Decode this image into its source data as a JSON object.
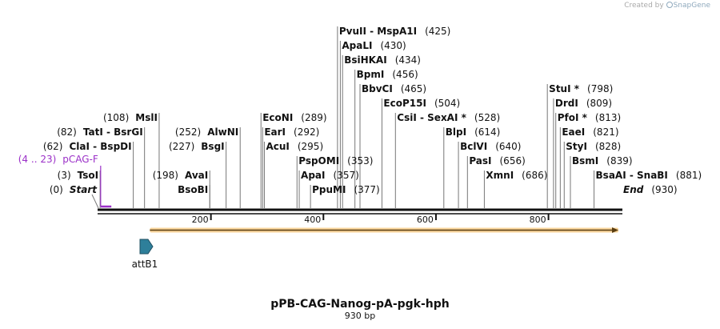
{
  "credit": {
    "prefix": "Created by",
    "brand": "SnapGene"
  },
  "map": {
    "title": "pPB-CAG-Nanog-pA-pgk-hph",
    "length_label": "930 bp",
    "total_bp": 930,
    "ticks": [
      {
        "pos": 200,
        "label": "200"
      },
      {
        "pos": 400,
        "label": "400"
      },
      {
        "pos": 600,
        "label": "600"
      },
      {
        "pos": 800,
        "label": "800"
      }
    ],
    "sites": [
      {
        "name": "Start",
        "pos": 0,
        "pos_label": "(0)",
        "style": "italic",
        "side": "left",
        "row": 0
      },
      {
        "name": "TsoI",
        "pos": 3,
        "pos_label": "(3)",
        "side": "left",
        "row": 1
      },
      {
        "name": "ClaI - BspDI",
        "pos": 62,
        "pos_label": "(62)",
        "side": "left",
        "row": 3
      },
      {
        "name": "TatI - BsrGI",
        "pos": 82,
        "pos_label": "(82)",
        "side": "left",
        "row": 4
      },
      {
        "name": "MslI",
        "pos": 108,
        "pos_label": "(108)",
        "side": "left",
        "row": 5
      },
      {
        "name": "BsoBI",
        "pos": 198,
        "pos_label": "",
        "side": "left",
        "row": 0
      },
      {
        "name": "AvaI",
        "pos": 198,
        "pos_label": "(198)",
        "side": "left",
        "row": 1
      },
      {
        "name": "BsgI",
        "pos": 227,
        "pos_label": "(227)",
        "side": "left",
        "row": 3
      },
      {
        "name": "AlwNI",
        "pos": 252,
        "pos_label": "(252)",
        "side": "left",
        "row": 4
      },
      {
        "name": "EcoNI",
        "pos": 289,
        "pos_label": "(289)",
        "side": "right",
        "row": 5
      },
      {
        "name": "EarI",
        "pos": 292,
        "pos_label": "(292)",
        "side": "right",
        "row": 4
      },
      {
        "name": "AcuI",
        "pos": 295,
        "pos_label": "(295)",
        "side": "right",
        "row": 3
      },
      {
        "name": "PspOMI",
        "pos": 353,
        "pos_label": "(353)",
        "side": "right",
        "row": 2
      },
      {
        "name": "ApaI",
        "pos": 357,
        "pos_label": "(357)",
        "side": "right",
        "row": 1
      },
      {
        "name": "PpuMI",
        "pos": 377,
        "pos_label": "(377)",
        "side": "right",
        "row": 0
      },
      {
        "name": "PvuII - MspA1I",
        "pos": 425,
        "pos_label": "(425)",
        "side": "right",
        "row": 11
      },
      {
        "name": "ApaLI",
        "pos": 430,
        "pos_label": "(430)",
        "side": "right",
        "row": 10
      },
      {
        "name": "BsiHKAI",
        "pos": 434,
        "pos_label": "(434)",
        "side": "right",
        "row": 9
      },
      {
        "name": "BpmI",
        "pos": 456,
        "pos_label": "(456)",
        "side": "right",
        "row": 8
      },
      {
        "name": "BbvCI",
        "pos": 465,
        "pos_label": "(465)",
        "side": "right",
        "row": 7
      },
      {
        "name": "EcoP15I",
        "pos": 504,
        "pos_label": "(504)",
        "side": "right",
        "row": 6
      },
      {
        "name": "CsiI - SexAI *",
        "pos": 528,
        "pos_label": "(528)",
        "side": "right",
        "row": 5
      },
      {
        "name": "BlpI",
        "pos": 614,
        "pos_label": "(614)",
        "side": "right",
        "row": 4
      },
      {
        "name": "BclVI",
        "pos": 640,
        "pos_label": "(640)",
        "side": "right",
        "row": 3
      },
      {
        "name": "PasI",
        "pos": 656,
        "pos_label": "(656)",
        "side": "right",
        "row": 2
      },
      {
        "name": "XmnI",
        "pos": 686,
        "pos_label": "(686)",
        "side": "right",
        "row": 1
      },
      {
        "name": "StuI *",
        "pos": 798,
        "pos_label": "(798)",
        "side": "right",
        "row": 7
      },
      {
        "name": "DrdI",
        "pos": 809,
        "pos_label": "(809)",
        "side": "right",
        "row": 6
      },
      {
        "name": "PfoI *",
        "pos": 813,
        "pos_label": "(813)",
        "side": "right",
        "row": 5
      },
      {
        "name": "EaeI",
        "pos": 821,
        "pos_label": "(821)",
        "side": "right",
        "row": 4
      },
      {
        "name": "StyI",
        "pos": 828,
        "pos_label": "(828)",
        "side": "right",
        "row": 3
      },
      {
        "name": "BsmI",
        "pos": 839,
        "pos_label": "(839)",
        "side": "right",
        "row": 2
      },
      {
        "name": "BsaAI - SnaBI",
        "pos": 881,
        "pos_label": "(881)",
        "side": "right",
        "row": 1
      },
      {
        "name": "End",
        "pos": 930,
        "pos_label": "(930)",
        "style": "italic",
        "side": "right",
        "row": 0
      }
    ],
    "primer": {
      "name": "pCAG-F",
      "range_label": "(4 .. 23)",
      "start": 4,
      "end": 23,
      "color": "#9b30c8"
    },
    "feature": {
      "name": "attB1",
      "start": 75,
      "end": 100,
      "color": "#2e7f9a"
    },
    "orf": {
      "start": 100,
      "end": 930,
      "color": "#f2b24a"
    }
  }
}
